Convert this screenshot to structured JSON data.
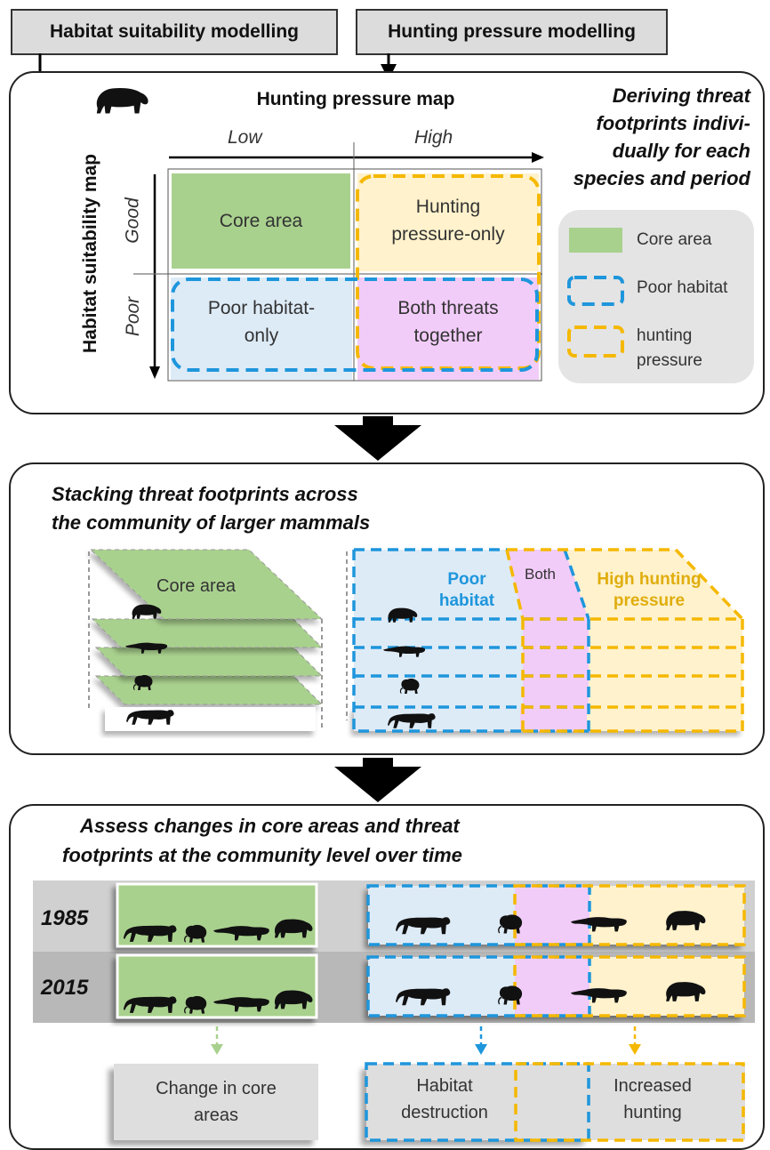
{
  "headers": {
    "habitat": "Habitat suitability modelling",
    "hunting": "Hunting pressure modelling"
  },
  "panel1": {
    "top_axis_title": "Hunting pressure map",
    "low": "Low",
    "high": "High",
    "left_axis_title": "Habitat suitability map",
    "good": "Good",
    "poor": "Poor",
    "cells": {
      "core": "Core area",
      "hunting_line1": "Hunting",
      "hunting_line2": "pressure-only",
      "poor_line1": "Poor habitat-",
      "poor_line2": "only",
      "both_line1": "Both threats",
      "both_line2": "together"
    },
    "side_title_lines": [
      "Deriving threat",
      "footprints indivi-",
      "dually for each",
      "species and period"
    ],
    "legend": {
      "core": "Core area",
      "poor": "Poor habitat",
      "hunting_line1": "hunting",
      "hunting_line2": "pressure"
    }
  },
  "panel2": {
    "title_line1": "Stacking threat footprints across",
    "title_line2": "the community of larger mammals",
    "core_label": "Core area",
    "poor_line1": "Poor",
    "poor_line2": "habitat",
    "both_label": "Both",
    "hunt_line1": "High hunting",
    "hunt_line2": "pressure"
  },
  "panel3": {
    "title_line1": "Assess changes in core areas and threat",
    "title_line2": "footprints at the community level over time",
    "years": [
      "1985",
      "2015"
    ],
    "change_core_line1": "Change in core",
    "change_core_line2": "areas",
    "habitat_line1": "Habitat",
    "habitat_line2": "destruction",
    "hunting_line1": "Increased",
    "hunting_line2": "hunting"
  },
  "colors": {
    "core_green": "#a9d18e",
    "poor_blue": "#ddebf7",
    "hunting_yellow": "#fff2cc",
    "both_pink": "#f2ccf9",
    "blue_dash": "#1e96dc",
    "yellow_dash": "#f5b800"
  },
  "icons": [
    "tapir-icon",
    "jaguar-icon",
    "monkey-icon",
    "anteater-icon"
  ]
}
